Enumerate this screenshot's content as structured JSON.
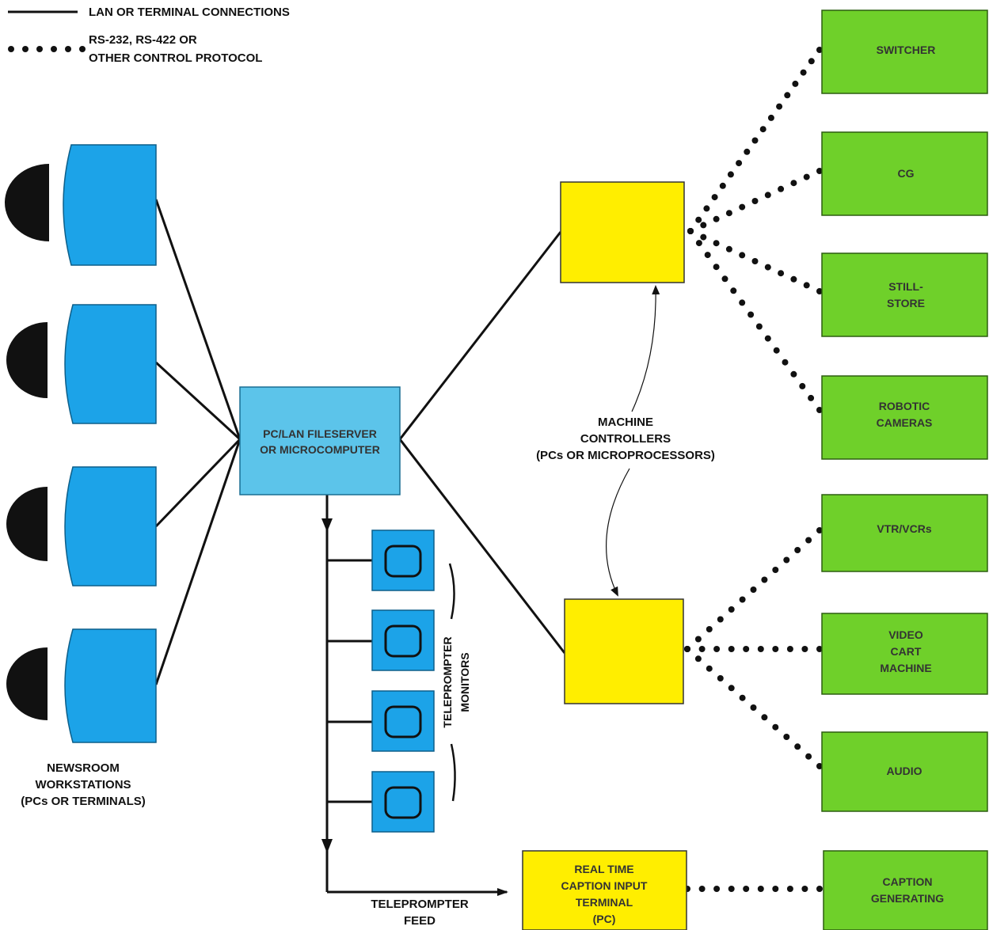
{
  "legend": {
    "solid_label": "LAN OR TERMINAL CONNECTIONS",
    "dotted_label_1": "RS-232, RS-422 OR",
    "dotted_label_2": "OTHER CONTROL PROTOCOL"
  },
  "workstations": {
    "label_1": "NEWSROOM",
    "label_2": "WORKSTATIONS",
    "label_3": "(PCs OR TERMINALS)"
  },
  "fileserver": {
    "line_1": "PC/LAN FILESERVER",
    "line_2": "OR MICROCOMPUTER"
  },
  "teleprompter_monitors": {
    "line_1": "TELEPROMPTER",
    "line_2": "MONITORS"
  },
  "teleprompter_feed": {
    "line_1": "TELEPROMPTER",
    "line_2": "FEED"
  },
  "machine_controllers": {
    "line_1": "MACHINE",
    "line_2": "CONTROLLERS",
    "line_3": "(PCs OR MICROPROCESSORS)"
  },
  "caption_terminal": {
    "line_1": "REAL TIME",
    "line_2": "CAPTION INPUT",
    "line_3": "TERMINAL",
    "line_4": "(PC)"
  },
  "devices": {
    "switcher": "SWITCHER",
    "cg": "CG",
    "stillstore_1": "STILL-",
    "stillstore_2": "STORE",
    "robotic_1": "ROBOTIC",
    "robotic_2": "CAMERAS",
    "vtr": "VTR/VCRs",
    "cart_1": "VIDEO",
    "cart_2": "CART",
    "cart_3": "MACHINE",
    "audio": "AUDIO",
    "caption_1": "CAPTION",
    "caption_2": "GENERATING"
  },
  "colors": {
    "workstation_blue": "#1ca3e8",
    "server_blue": "#5cc4ea",
    "controller_yellow": "#ffee00",
    "device_green": "#6fd02a",
    "operator_black": "#111111"
  }
}
